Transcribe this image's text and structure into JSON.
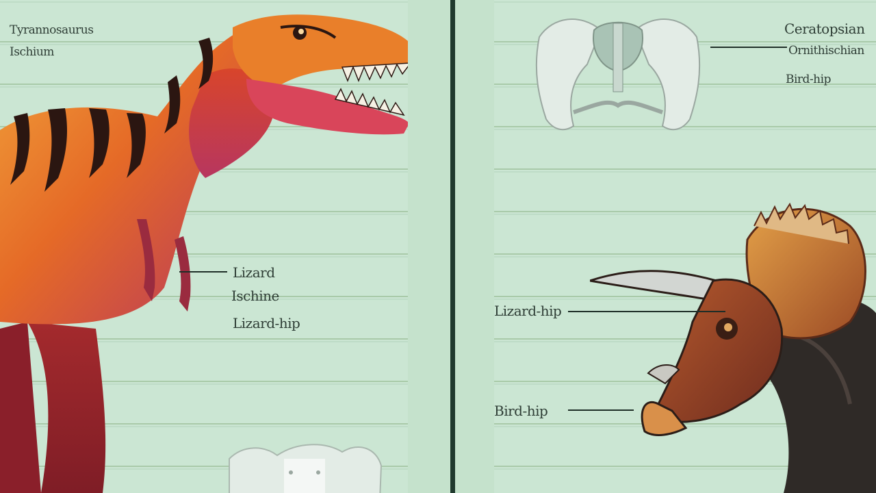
{
  "colors": {
    "background": "#c9e5d1",
    "divider": "#203a2e",
    "text": "#2e3d35",
    "trex_orange": "#e97f2a",
    "trex_red": "#c2322c",
    "trex_magenta": "#b43660",
    "trex_stripe": "#2b1611",
    "triceratops_brown": "#8a3c23",
    "triceratops_frill": "#d98a3a",
    "bone": "#e3ece6"
  },
  "left_panel": {
    "labels": {
      "top_line1": "Tyrannosaurus",
      "top_line2": "Ischium",
      "mid_line1": "Lizard",
      "mid_line2": "Ischine",
      "mid_line3": "Lizard-hip"
    }
  },
  "right_panel": {
    "labels": {
      "top_line1": "Ceratopsian",
      "top_line2": "Ornithischian",
      "top_line3": "Bird-hip",
      "mid_label": "Lizard-hip",
      "bottom_label": "Bird-hip"
    }
  },
  "icons": {
    "trex": "tyrannosaurus-illustration",
    "triceratops": "triceratops-illustration",
    "pelvis_top": "pelvis-bone-illustration",
    "pelvis_bottom": "pelvis-bone-illustration"
  }
}
